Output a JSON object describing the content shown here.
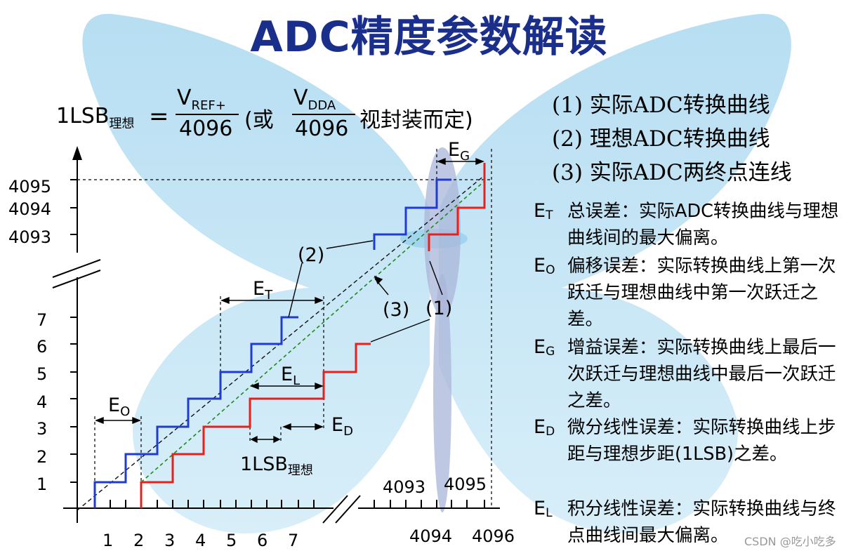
{
  "title": "ADC精度参数解读",
  "formula": {
    "lhs": "1LSB",
    "lhs_sub": "理想",
    "eq": "=",
    "num1": "V",
    "num1_sub": "REF+",
    "den1": "4096",
    "open": "(或",
    "num2": "V",
    "num2_sub": "DDA",
    "den2": "4096",
    "tail": "视封装而定)"
  },
  "legend": [
    "(1) 实际ADC转换曲线",
    "(2) 理想ADC转换曲线",
    "(3) 实际ADC两终点连线"
  ],
  "definitions": [
    {
      "sym": "E",
      "sub": "T",
      "text": "总误差：实际ADC转换曲线与理想曲线间的最大偏离。"
    },
    {
      "sym": "E",
      "sub": "O",
      "text": "偏移误差：实际转换曲线上第一次跃迁与理想曲线中第一次跃迁之差。"
    },
    {
      "sym": "E",
      "sub": "G",
      "text": "增益误差：实际转换曲线上最后一次跃迁与理想曲线中最后一次跃迁之差。"
    },
    {
      "sym": "E",
      "sub": "D",
      "text": "微分线性误差：实际转换曲线上步距与理想步距(1LSB)之差。"
    },
    {
      "sym": "E",
      "sub": "L",
      "text": "积分线性误差：实际转换曲线与终点曲线间最大偏离。"
    }
  ],
  "diagram": {
    "y_ticks_top": [
      "4095",
      "4094",
      "4093"
    ],
    "y_ticks_bottom": [
      "7",
      "6",
      "5",
      "4",
      "3",
      "2",
      "1"
    ],
    "x_ticks_bottom": [
      "1",
      "2",
      "3",
      "4",
      "5",
      "6",
      "7"
    ],
    "x_ticks_top_right": [
      "4093",
      "4095"
    ],
    "x_ticks_bottom_right": [
      "4094",
      "4096"
    ],
    "labels": {
      "curve2": "(2)",
      "curve3": "(3)",
      "curve1": "(1)",
      "et": "E",
      "et_sub": "T",
      "el": "E",
      "el_sub": "L",
      "eo": "E",
      "eo_sub": "O",
      "ed": "E",
      "ed_sub": "D",
      "eg": "E",
      "eg_sub": "G",
      "lsb": "1LSB",
      "lsb_sub": "理想"
    },
    "colors": {
      "ideal": "#1f3bd1",
      "actual": "#e8201c",
      "endpoint": "#1d8a1d",
      "butterfly": "#bfe2f4"
    }
  },
  "watermark": "CSDN @吃小吃多"
}
